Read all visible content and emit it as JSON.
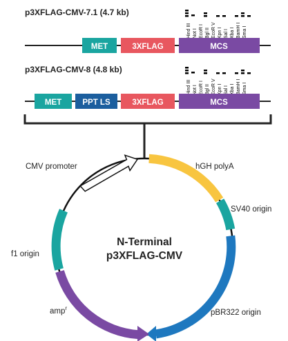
{
  "constructs": [
    {
      "title": "p3XFLAG-CMV-7.1 (4.7 kb)",
      "segments": [
        "MET",
        "3XFLAG",
        "MCS"
      ],
      "sites": [
        "Hind III",
        "Not I",
        "EcoR I",
        "Bgl II",
        "EcoR V",
        "Kpn I",
        "Sal I",
        "Xba I",
        "BamH I",
        "Sma I"
      ]
    },
    {
      "title": "p3XFLAG-CMV-8 (4.8 kb)",
      "segments": [
        "MET",
        "PPT LS",
        "3XFLAG",
        "MCS"
      ],
      "sites": [
        "Hind III",
        "Not I",
        "EcoR I",
        "Bgl II",
        "EcoR V",
        "Kpn I",
        "Sal I",
        "Xba I",
        "BamH I",
        "Sma I"
      ]
    }
  ],
  "plasmid": {
    "name_line1": "N-Terminal",
    "name_line2": "p3XFLAG-CMV",
    "features": {
      "cmv_promoter": "CMV promoter",
      "hgh_polya": "hGH polyA",
      "sv40_origin": "SV40 origin",
      "f1_origin": "f1 origin",
      "pbr322_origin": "pBR322 origin",
      "amp": "amp",
      "amp_superscript": "r"
    }
  },
  "colors": {
    "teal": "#1aa5a0",
    "red": "#e8575f",
    "purple": "#7a4aa3",
    "blue": "#1e78bf",
    "navy": "#1b5e9e",
    "yellow": "#f8c540",
    "white": "#ffffff"
  }
}
